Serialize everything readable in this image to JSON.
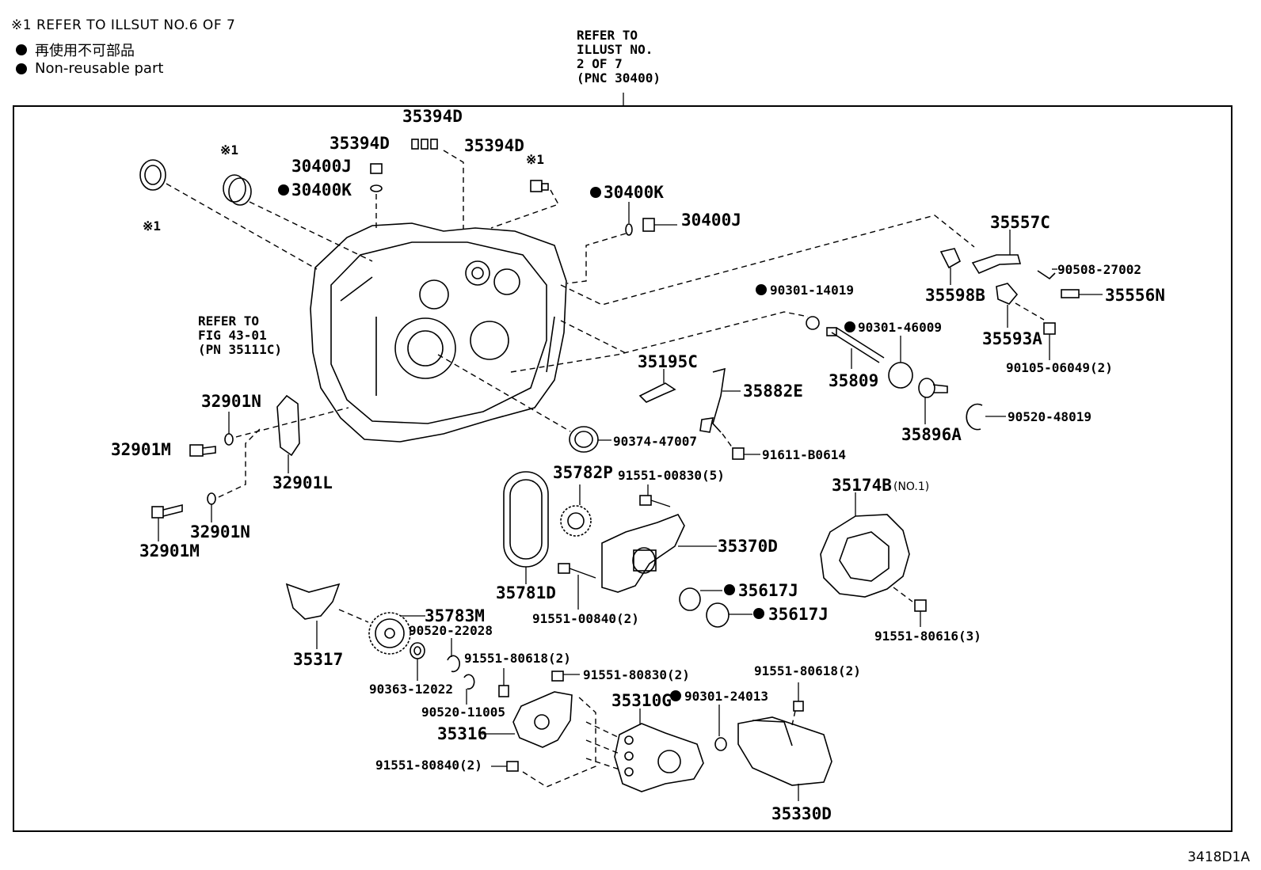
{
  "header": {
    "note": "※1 REFER TO ILLSUT NO.6 OF 7",
    "legend_jp": "再使用不可部品",
    "legend_en": "Non-reusable part",
    "refer_top": "REFER TO\nILLUST NO.\n2 OF 7\n(PNC 30400)",
    "refer_left": "REFER TO\nFIG 43-01\n(PN 35111C)"
  },
  "figure_code": "3418D1A",
  "marks": {
    "ref1": "※1",
    "no1": "(NO.1)"
  },
  "parts": {
    "p35394D_top": "35394D",
    "p35394D_left": "35394D",
    "p35394D_right": "35394D",
    "p30400J_a": "30400J",
    "p30400K_a": "30400K",
    "p30400K_b": "30400K",
    "p30400J_b": "30400J",
    "p35557C": "35557C",
    "p90508_27002": "90508-27002",
    "p35598B": "35598B",
    "p35556N": "35556N",
    "p90301_14019": "90301-14019",
    "p90301_46009": "90301-46009",
    "p35593A": "35593A",
    "p90105_06049": "90105-06049(2)",
    "p35195C": "35195C",
    "p35809": "35809",
    "p35882E": "35882E",
    "p32901N_a": "32901N",
    "p32901M_a": "32901M",
    "p32901L": "32901L",
    "p32901N_b": "32901N",
    "p32901M_b": "32901M",
    "p90374_47007": "90374-47007",
    "p91611_B0614": "91611-B0614",
    "p35896A": "35896A",
    "p90520_48019": "90520-48019",
    "p35782P": "35782P",
    "p91551_00830": "91551-00830(5)",
    "p35174B": "35174B",
    "p35370D": "35370D",
    "p35781D": "35781D",
    "p91551_00840": "91551-00840(2)",
    "p35617J_a": "35617J",
    "p35617J_b": "35617J",
    "p91551_80616": "91551-80616(3)",
    "p35783M": "35783M",
    "p90520_22028": "90520-22028",
    "p35317": "35317",
    "p91551_80618_a": "91551-80618(2)",
    "p91551_80830": "91551-80830(2)",
    "p91551_80618_b": "91551-80618(2)",
    "p90363_12022": "90363-12022",
    "p35310G": "35310G",
    "p90301_24013": "90301-24013",
    "p90520_11005": "90520-11005",
    "p35316": "35316",
    "p91551_80840": "91551-80840(2)",
    "p35330D": "35330D"
  }
}
